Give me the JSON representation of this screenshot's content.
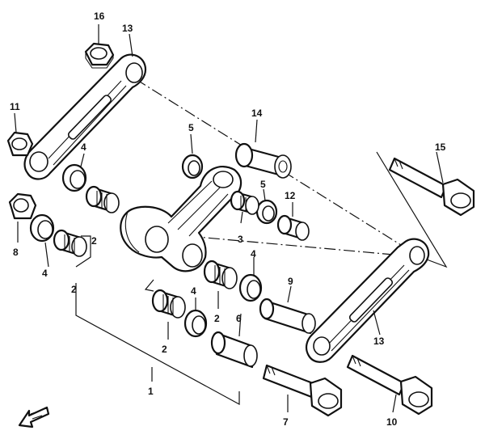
{
  "callouts": {
    "c1": "1",
    "c2a": "2",
    "c2b": "2",
    "c2c": "2",
    "c2d": "2",
    "c3": "3",
    "c4a": "4",
    "c4b": "4",
    "c4c": "4",
    "c4d": "4",
    "c5a": "5",
    "c5b": "5",
    "c6": "6",
    "c7": "7",
    "c8": "8",
    "c9": "9",
    "c10": "10",
    "c11": "11",
    "c12": "12",
    "c13a": "13",
    "c13b": "13",
    "c14": "14",
    "c15": "15",
    "c16": "16"
  },
  "colors": {
    "ink": "#111111",
    "paper": "#ffffff"
  },
  "icons": {
    "front_arrow": "front-arrow-icon"
  }
}
